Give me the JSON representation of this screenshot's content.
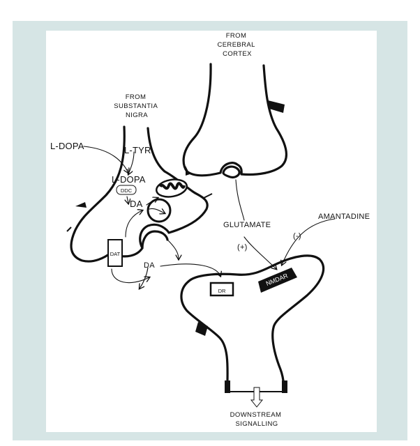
{
  "labels": {
    "cortex_origin": [
      "FROM",
      "CEREBRAL",
      "CORTEX"
    ],
    "nigra_origin": [
      "FROM",
      "SUBSTANTIA",
      "NIGRA"
    ],
    "ldopa_in": "L-DOPA",
    "ltyr": "L-TYR",
    "ldopa_inner": "L-DOPA",
    "ddc": "DDC",
    "da_inner": "DA",
    "dat": "DAT",
    "da_cleft": "DA",
    "glutamate": "GLUTAMATE",
    "amantadine": "AMANTADINE",
    "plus": "(+)",
    "minus": "(-)",
    "dr": "DR",
    "nmdar": "NMDAR",
    "downstream": [
      "DOWNSTREAM",
      "SIGNALLING"
    ]
  },
  "colors": {
    "frame": "#d6e5e5",
    "ink": "#111111"
  }
}
